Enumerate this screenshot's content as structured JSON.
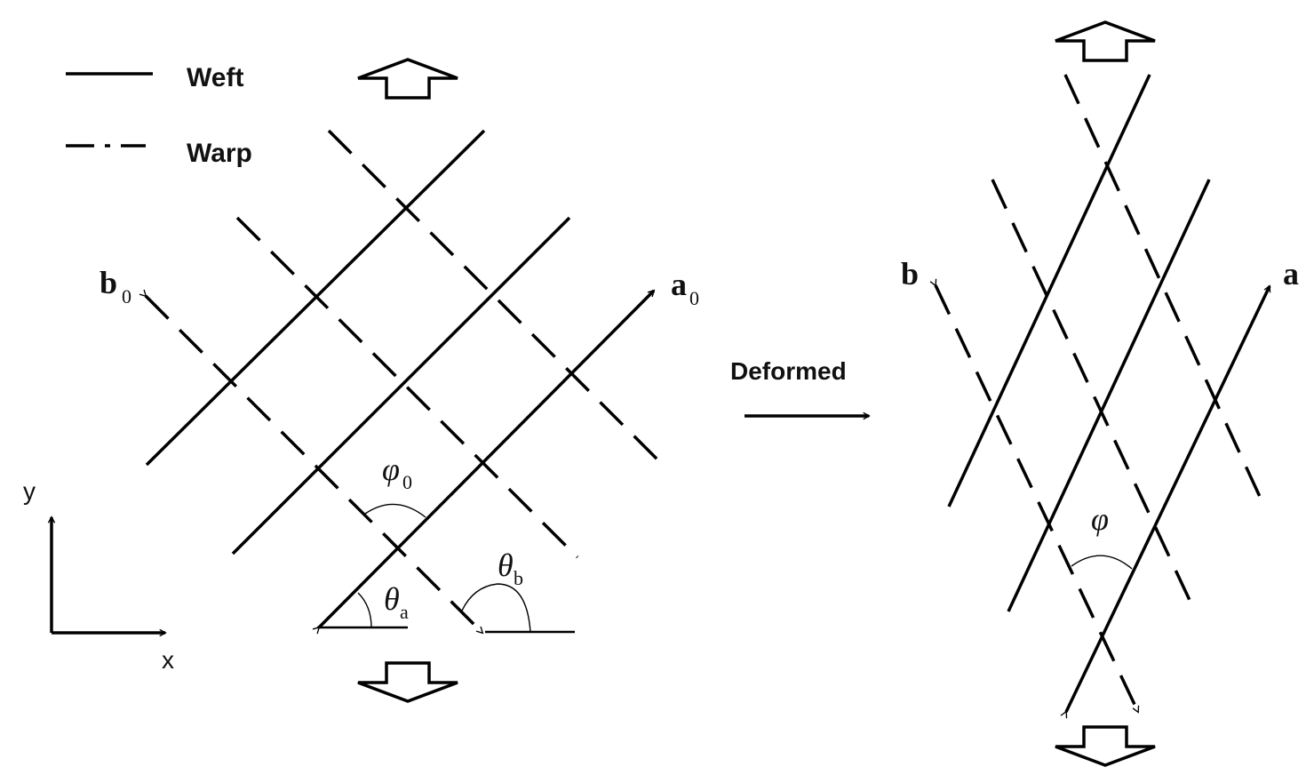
{
  "legend": {
    "weft_label": "Weft",
    "warp_label": "Warp"
  },
  "axes": {
    "x_label": "x",
    "y_label": "y"
  },
  "transition": {
    "label": "Deformed"
  },
  "undeformed": {
    "vector_a": {
      "main": "a",
      "sub": "0"
    },
    "vector_b": {
      "main": "b",
      "sub": "0"
    },
    "angle_phi": {
      "main": "φ",
      "sub": "0"
    },
    "angle_theta_a": {
      "main": "θ",
      "sub": "a"
    },
    "angle_theta_b": {
      "main": "θ",
      "sub": "b"
    }
  },
  "deformed": {
    "vector_a": {
      "main": "a"
    },
    "vector_b": {
      "main": "b"
    },
    "angle_phi": {
      "main": "φ"
    }
  }
}
